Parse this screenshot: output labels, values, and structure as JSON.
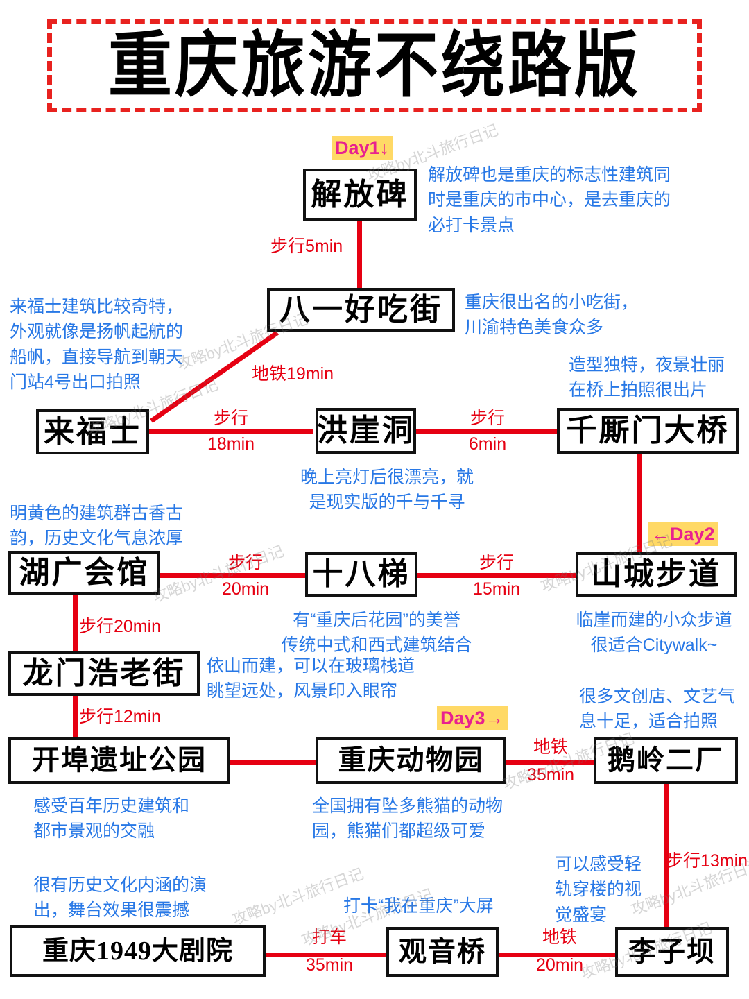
{
  "title": "重庆旅游不绕路版",
  "watermark": "攻略by北斗旅行日记",
  "day_tags": {
    "day1": "Day1↓",
    "day2": "←Day2",
    "day3": "Day3→"
  },
  "nodes": {
    "jiefangbei": "解放碑",
    "bayi": "八一好吃街",
    "laifushi": "来福士",
    "hongyadong": "洪崖洞",
    "qiansimen": "千厮门大桥",
    "huguang": "湖广会馆",
    "shibati": "十八梯",
    "shancheng": "山城步道",
    "longmenhao": "龙门浩老街",
    "kaibu": "开埠遗址公园",
    "zoo": "重庆动物园",
    "eling": "鹅岭二厂",
    "theatre": "重庆1949大剧院",
    "guanyinqiao": "观音桥",
    "liziba": "李子坝"
  },
  "edges": {
    "jiefangbei_bayi": "步行5min",
    "bayi_laifushi": "地铁19min",
    "laifushi_hongyadong_l1": "步行",
    "laifushi_hongyadong_l2": "18min",
    "hongyadong_qiansimen_l1": "步行",
    "hongyadong_qiansimen_l2": "6min",
    "huguang_shibati_l1": "步行",
    "huguang_shibati_l2": "20min",
    "shibati_shancheng_l1": "步行",
    "shibati_shancheng_l2": "15min",
    "huguang_longmenhao": "步行20min",
    "longmenhao_kaibu": "步行12min",
    "zoo_eling_l1": "地铁",
    "zoo_eling_l2": "35min",
    "eling_liziba": "步行13min",
    "theatre_guanyinqiao_l1": "打车",
    "theatre_guanyinqiao_l2": "35min",
    "guanyinqiao_liziba_l1": "地铁",
    "guanyinqiao_liziba_l2": "20min"
  },
  "descriptions": {
    "jiefangbei": "解放碑也是重庆的标志性建筑同\n时是重庆的市中心，是去重庆的\n必打卡景点",
    "bayi": "重庆很出名的小吃街，\n川渝特色美食众多",
    "laifushi": "来福士建筑比较奇特，\n外观就像是扬帆起航的\n船帆，直接导航到朝天\n门站4号出口拍照",
    "hongyadong": "晚上亮灯后很漂亮，就\n是现实版的千与千寻",
    "qiansimen": "造型独特，夜景壮丽\n在桥上拍照很出片",
    "huguang": "明黄色的建筑群古香古\n韵，历史文化气息浓厚",
    "shibati": "有“重庆后花园”的美誉\n传统中式和西式建筑结合",
    "shancheng": "临崖而建的小众步道\n很适合Citywalk~",
    "longmenhao": "依山而建，可以在玻璃栈道\n眺望远处，风景印入眼帘",
    "kaibu": "感受百年历史建筑和\n都市景观的交融",
    "zoo": "全国拥有坠多熊猫的动物\n园，熊猫们都超级可爱",
    "eling": "很多文创店、文艺气\n息十足，适合拍照",
    "liziba": "可以感受轻\n轨穿楼的视\n觉盛宴",
    "theatre": "很有历史文化内涵的演\n出，舞台效果很震撼",
    "guanyinqiao": "打卡“我在重庆”大屏"
  },
  "colors": {
    "edge_red": "#e60012",
    "desc_blue": "#2878e6",
    "title_border": "#e8221f",
    "day_bg": "#ffd966",
    "day_fg": "#e8218f"
  }
}
